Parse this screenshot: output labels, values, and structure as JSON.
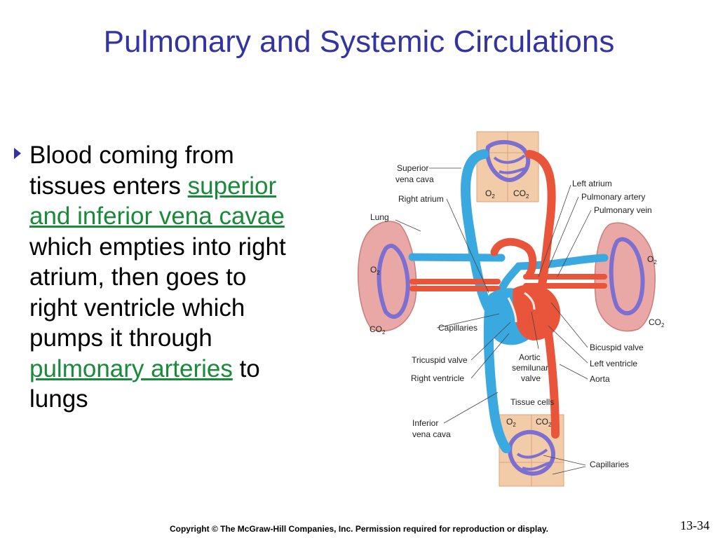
{
  "slide": {
    "title": "Pulmonary and Systemic Circulations",
    "bullet": {
      "t1": "Blood coming from tissues enters ",
      "link1": "superior and inferior vena cavae",
      "t2": " which empties into right atrium, then goes to right ventricle which pumps it through ",
      "link2": "pulmonary arteries",
      "t3": " to lungs"
    },
    "figure": {
      "labels": {
        "superior_vena_cava_1": "Superior",
        "superior_vena_cava_2": "vena cava",
        "right_atrium": "Right atrium",
        "lung": "Lung",
        "left_atrium": "Left atrium",
        "pulmonary_artery": "Pulmonary artery",
        "pulmonary_vein": "Pulmonary vein",
        "capillaries_mid": "Capillaries",
        "tricuspid_valve": "Tricuspid valve",
        "right_ventricle": "Right ventricle",
        "aortic_1": "Aortic",
        "aortic_2": "semilunar",
        "aortic_3": "valve",
        "bicuspid_valve": "Bicuspid valve",
        "left_ventricle": "Left ventricle",
        "aorta": "Aorta",
        "tissue_cells": "Tissue cells",
        "inferior_vena_cava_1": "Inferior",
        "inferior_vena_cava_2": "vena cava",
        "capillaries_bottom": "Capillaries",
        "o2": "O",
        "co2": "CO",
        "sub2": "2"
      }
    },
    "copyright": "Copyright © The McGraw-Hill Companies, Inc. Permission required for reproduction or display.",
    "slide_number": "13-34"
  }
}
